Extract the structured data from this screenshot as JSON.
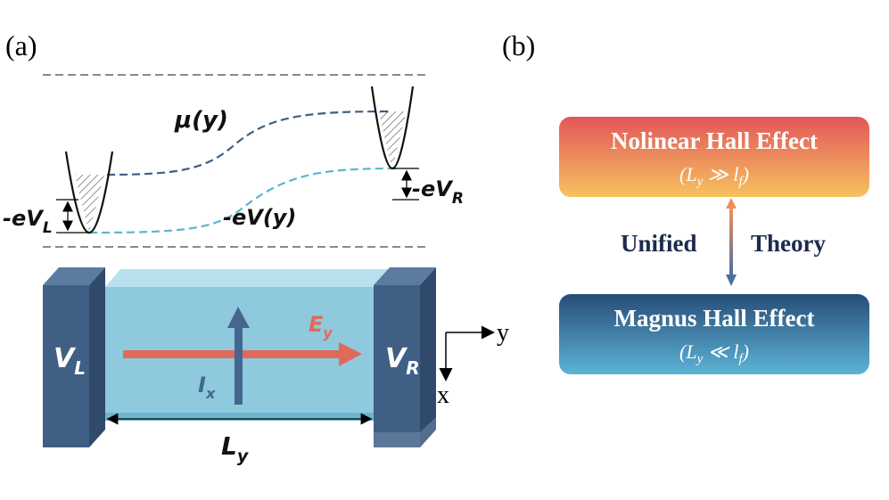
{
  "panel_a": {
    "label": "(a)",
    "mu_label": "μ(y)",
    "eV_label": "-eV(y)",
    "eVL_label": "-eV",
    "eVL_sub": "L",
    "eVR_label": "-eV",
    "eVR_sub": "R",
    "VL_label": "V",
    "VL_sub": "L",
    "VR_label": "V",
    "VR_sub": "R",
    "Ey_label": "E",
    "Ey_sub": "y",
    "Ix_label": "I",
    "Ix_sub": "x",
    "Ly_label": "L",
    "Ly_sub": "y",
    "axis_y": "y",
    "axis_x": "x"
  },
  "panel_b": {
    "label": "(b)",
    "top_box": {
      "title": "Nolinear Hall Effect",
      "condition": "(L",
      "condition_sub1": "y",
      "condition_rel": " ≫ l",
      "condition_sub2": "f",
      "condition_end": ")"
    },
    "bottom_box": {
      "title": "Magnus Hall Effect",
      "condition": "(L",
      "condition_sub1": "y",
      "condition_rel": " ≪ l",
      "condition_sub2": "f",
      "condition_end": ")"
    },
    "left_word": "Unified",
    "right_word": "Theory"
  },
  "colors": {
    "electrode": "#3f5f85",
    "electrode_dark": "#2f4a6b",
    "channel": "#8fc9de",
    "channel_edge": "#5fa8c6",
    "field_arrow": "#e06a5a",
    "current_arrow": "#45678f",
    "mu_curve": "#3e5f86",
    "eV_curve": "#5ab5d0",
    "top_grad_start": "#e2565a",
    "top_grad_end": "#f6c25f",
    "bottom_grad_start": "#274d78",
    "bottom_grad_end": "#5db3d6"
  }
}
